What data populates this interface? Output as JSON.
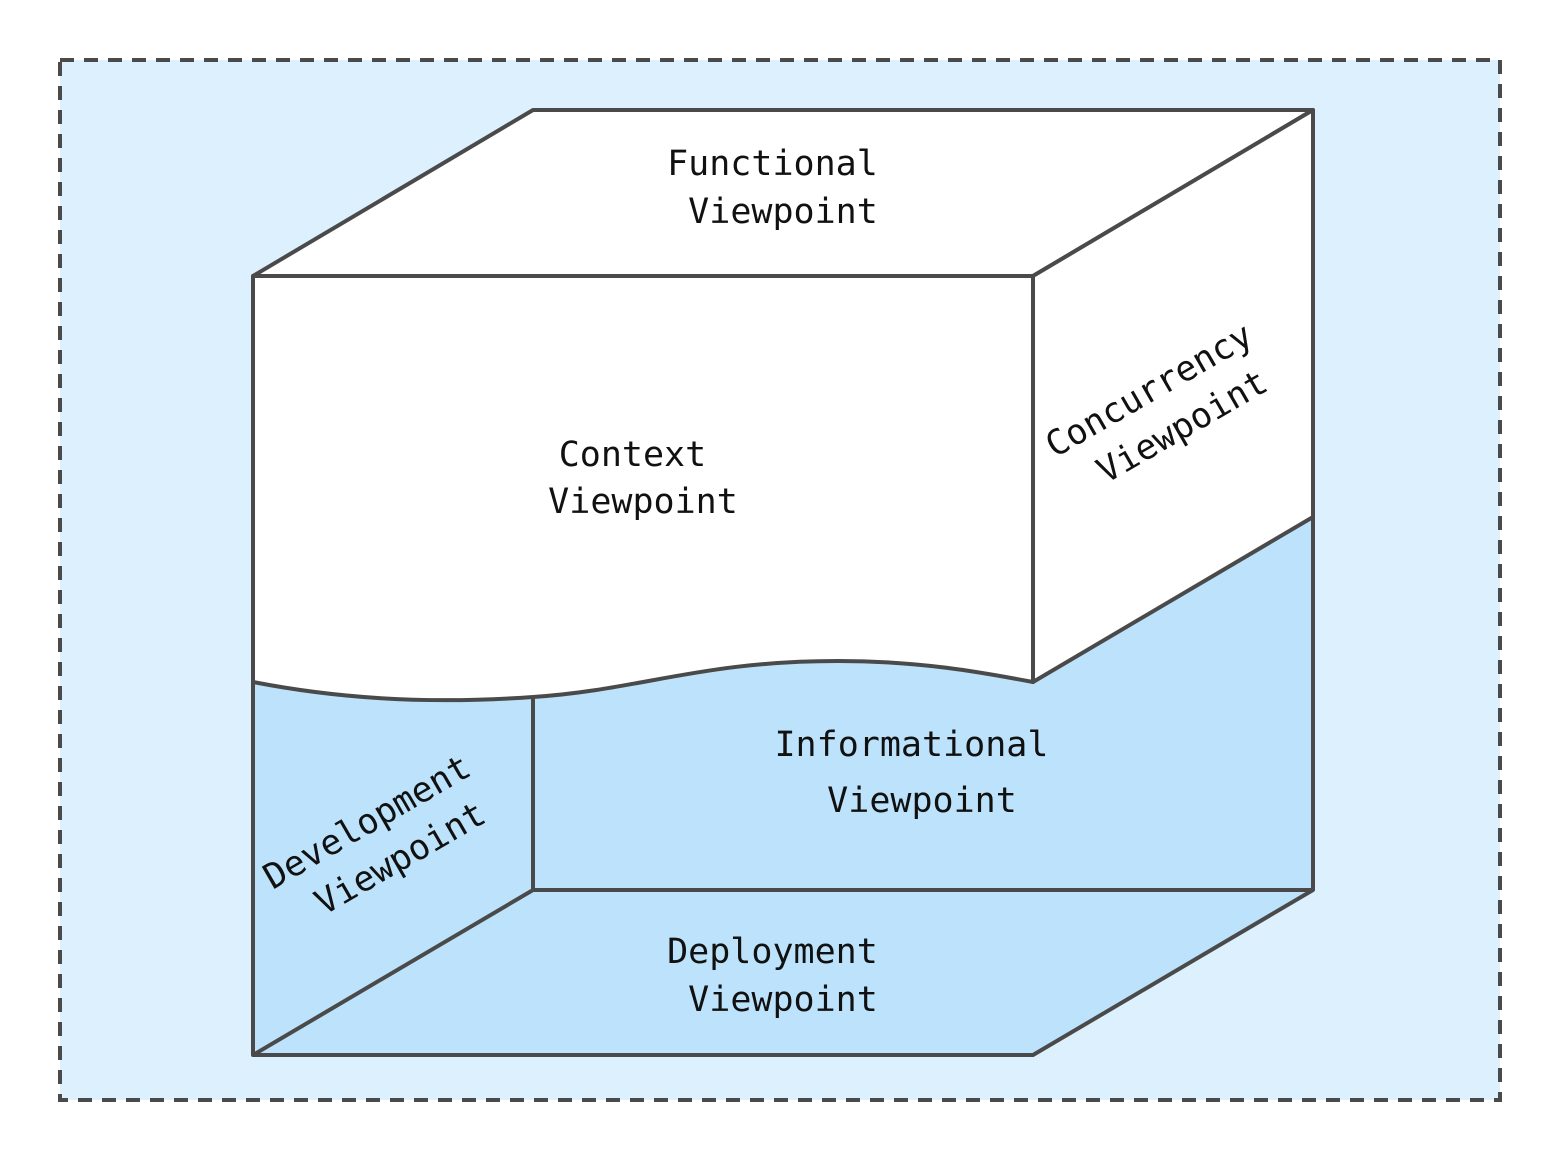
{
  "diagram": {
    "title": "Architecture Viewpoints Cube",
    "colors": {
      "background": "#ffffff",
      "frame_fill": "#ddf0fe",
      "frame_stroke": "#4a4a4a",
      "white_face": "#ffffff",
      "blue_face": "#bce3fb",
      "edge_stroke": "#4a4a4a",
      "text": "#111111"
    },
    "labels": {
      "functional": [
        "Functional",
        "Viewpoint"
      ],
      "context": [
        "Context",
        "Viewpoint"
      ],
      "concurrency": [
        "Concurrency",
        "Viewpoint"
      ],
      "informational": [
        "Informational",
        "Viewpoint"
      ],
      "development": [
        "Development",
        "Viewpoint"
      ],
      "deployment": [
        "Deployment",
        "Viewpoint"
      ]
    }
  }
}
